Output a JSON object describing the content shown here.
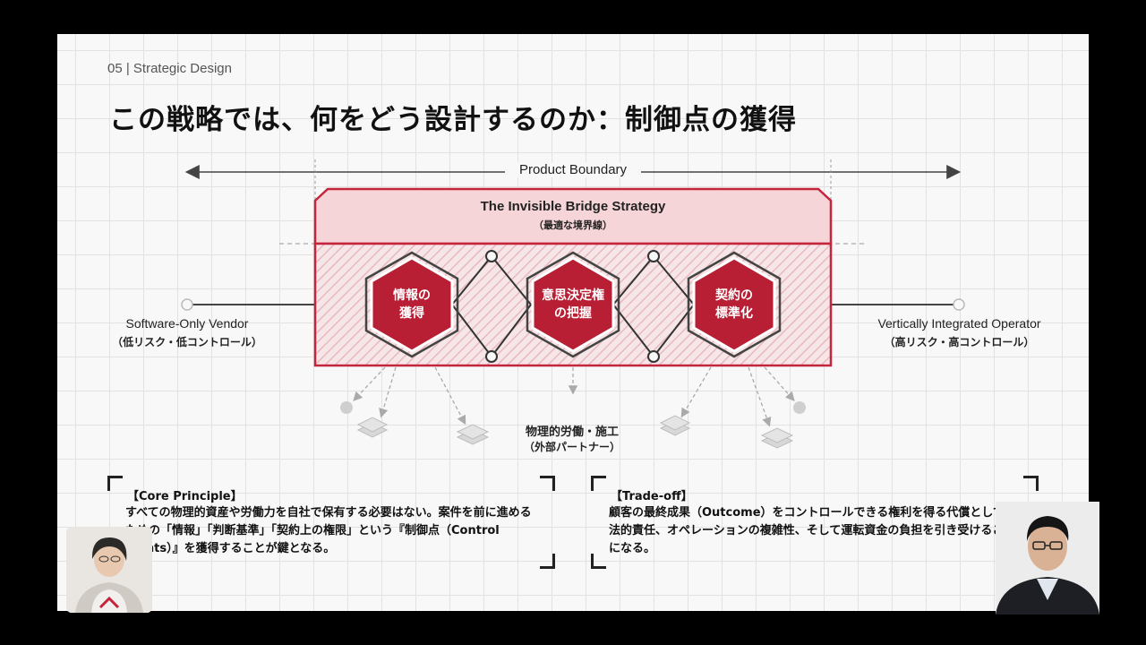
{
  "slide": {
    "section_label": "05 | Strategic Design",
    "title": "この戦略では、何をどう設計するのか：制御点の獲得",
    "boundary_label": "Product Boundary",
    "bridge": {
      "title": "The Invisible Bridge Strategy",
      "subtitle": "（最適な境界線）"
    },
    "left_pole": {
      "label": "Software-Only Vendor",
      "sub": "（低リスク・低コントロール）"
    },
    "right_pole": {
      "label": "Vertically Integrated Operator",
      "sub": "（高リスク・高コントロール）"
    },
    "hexes": [
      {
        "line1": "情報の",
        "line2": "獲得"
      },
      {
        "line1": "意思決定権",
        "line2": "の把握"
      },
      {
        "line1": "契約の",
        "line2": "標準化"
      }
    ],
    "labor": {
      "label": "物理的労働・施工",
      "sub": "（外部パートナー）"
    },
    "core_principle": {
      "title": "【Core Principle】",
      "body": "すべての物理的資産や労働力を自社で保有する必要はない。案件を前に進めるための「情報」「判断基準」「契約上の権限」という『制御点（Control Points）』を獲得することが鍵となる。"
    },
    "trade_off": {
      "title": "【Trade-off】",
      "body": "顧客の最終成果（Outcome）をコントロールできる権利を得る代償として、法的責任、オペレーションの複雑性、そして運転資金の負担を引き受けることになる。"
    }
  },
  "colors": {
    "accent": "#c4243c",
    "accent_light": "#f6d5d8",
    "text": "#111111",
    "background": "#f8f8f8"
  }
}
